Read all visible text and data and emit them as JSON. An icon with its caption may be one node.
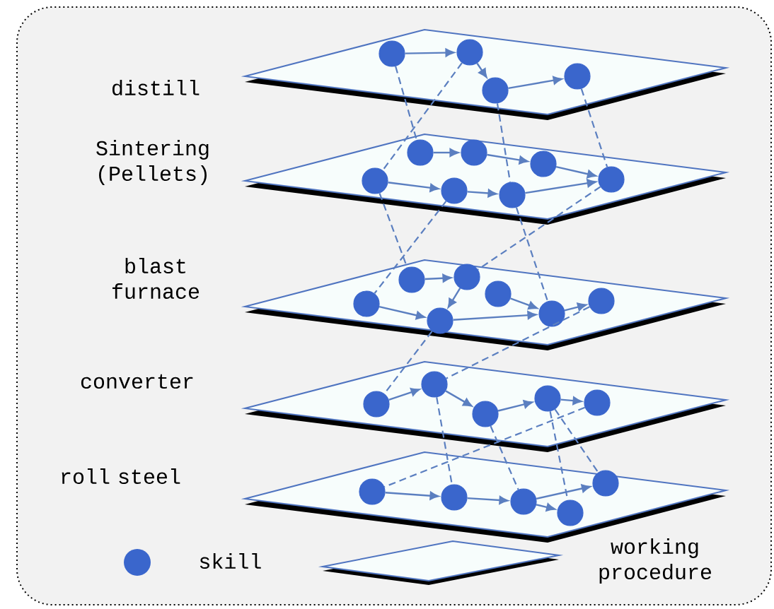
{
  "diagram": {
    "nodes": [
      {
        "text": [],
        "shape": "parallelogram",
        "beside": [
          "distill"
        ]
      },
      {
        "text": [],
        "shape": "circle",
        "in": 0
      },
      {
        "text": [],
        "shape": "circle",
        "in": 0
      },
      {
        "text": [],
        "shape": "circle",
        "in": 0
      },
      {
        "text": [],
        "shape": "circle",
        "in": 0
      },
      {
        "text": [],
        "shape": "parallelogram",
        "beside": [
          "Sintering (Pellets)"
        ]
      },
      {
        "text": [],
        "shape": "circle",
        "in": 5
      },
      {
        "text": [],
        "shape": "circle",
        "in": 5
      },
      {
        "text": [],
        "shape": "circle",
        "in": 5
      },
      {
        "text": [],
        "shape": "circle",
        "in": 5
      },
      {
        "text": [],
        "shape": "circle",
        "in": 5
      },
      {
        "text": [],
        "shape": "circle",
        "in": 5
      },
      {
        "text": [],
        "shape": "circle",
        "in": 5
      },
      {
        "text": [],
        "shape": "parallelogram",
        "beside": [
          "blast furnace"
        ]
      },
      {
        "text": [],
        "shape": "circle",
        "in": 13
      },
      {
        "text": [],
        "shape": "circle",
        "in": 13
      },
      {
        "text": [],
        "shape": "circle",
        "in": 13
      },
      {
        "text": [],
        "shape": "circle",
        "in": 13
      },
      {
        "text": [],
        "shape": "circle",
        "in": 13
      },
      {
        "text": [],
        "shape": "circle",
        "in": 13
      },
      {
        "text": [],
        "shape": "circle",
        "in": 13
      },
      {
        "text": [],
        "shape": "parallelogram",
        "beside": [
          "converter"
        ]
      },
      {
        "text": [],
        "shape": "circle",
        "in": 21
      },
      {
        "text": [],
        "shape": "circle",
        "in": 21
      },
      {
        "text": [],
        "shape": "circle",
        "in": 21
      },
      {
        "text": [],
        "shape": "circle",
        "in": 21
      },
      {
        "text": [],
        "shape": "circle",
        "in": 21
      },
      {
        "text": [],
        "shape": "parallelogram",
        "beside": [
          "roll steel"
        ]
      },
      {
        "text": [],
        "shape": "circle",
        "in": 27
      },
      {
        "text": [],
        "shape": "circle",
        "in": 27
      },
      {
        "text": [],
        "shape": "circle",
        "in": 27
      },
      {
        "text": [],
        "shape": "circle",
        "in": 27
      },
      {
        "text": [],
        "shape": "circle",
        "in": 27
      }
    ],
    "edges": [
      {
        "from": 1,
        "to": 2,
        "arrow": "to"
      },
      {
        "from": 2,
        "to": 3,
        "arrow": "to"
      },
      {
        "from": 3,
        "to": 4,
        "arrow": "to"
      },
      {
        "from": 6,
        "to": 7,
        "arrow": "to"
      },
      {
        "from": 7,
        "to": 8,
        "arrow": "to"
      },
      {
        "from": 8,
        "to": 12,
        "arrow": "to"
      },
      {
        "from": 9,
        "to": 10,
        "arrow": "to"
      },
      {
        "from": 10,
        "to": 11,
        "arrow": "to"
      },
      {
        "from": 11,
        "to": 12,
        "arrow": "to"
      },
      {
        "from": 14,
        "to": 15,
        "arrow": "to"
      },
      {
        "from": 15,
        "to": 18,
        "arrow": "to"
      },
      {
        "from": 17,
        "to": 18,
        "arrow": "to"
      },
      {
        "from": 18,
        "to": 19,
        "arrow": "to"
      },
      {
        "from": 16,
        "to": 19,
        "arrow": "to"
      },
      {
        "from": 19,
        "to": 20,
        "arrow": "to"
      },
      {
        "from": 22,
        "to": 23,
        "arrow": "to"
      },
      {
        "from": 23,
        "to": 24,
        "arrow": "to"
      },
      {
        "from": 24,
        "to": 25,
        "arrow": "to"
      },
      {
        "from": 25,
        "to": 26,
        "arrow": "to"
      },
      {
        "from": 28,
        "to": 29,
        "arrow": "to"
      },
      {
        "from": 29,
        "to": 30,
        "arrow": "to"
      },
      {
        "from": 30,
        "to": 31,
        "arrow": "to"
      },
      {
        "from": 30,
        "to": 32,
        "arrow": "to"
      },
      {
        "from": 1,
        "to": 6,
        "arrow": "none",
        "style": "dashed"
      },
      {
        "from": 2,
        "to": 9,
        "arrow": "none",
        "style": "dashed"
      },
      {
        "from": 3,
        "to": 11,
        "arrow": "none",
        "style": "dashed"
      },
      {
        "from": 4,
        "to": 12,
        "arrow": "none",
        "style": "dashed"
      },
      {
        "from": 9,
        "to": 14,
        "arrow": "none",
        "style": "dashed"
      },
      {
        "from": 10,
        "to": 17,
        "arrow": "none",
        "style": "dashed"
      },
      {
        "from": 11,
        "to": 19,
        "arrow": "none",
        "style": "dashed"
      },
      {
        "from": 12,
        "to": 15,
        "arrow": "none",
        "style": "dashed"
      },
      {
        "from": 18,
        "to": 22,
        "arrow": "none",
        "style": "dashed"
      },
      {
        "from": 20,
        "to": 23,
        "arrow": "none",
        "style": "dashed"
      },
      {
        "from": 23,
        "to": 29,
        "arrow": "none",
        "style": "dashed"
      },
      {
        "from": 24,
        "to": 30,
        "arrow": "none",
        "style": "dashed"
      },
      {
        "from": 25,
        "to": 32,
        "arrow": "none",
        "style": "dashed"
      },
      {
        "from": 26,
        "to": 28,
        "arrow": "none",
        "style": "dashed"
      },
      {
        "from": 25,
        "to": 31,
        "arrow": "none",
        "style": "dashed"
      }
    ],
    "legend": [
      {
        "text": "skill"
      },
      {
        "text": "working procedure"
      }
    ]
  }
}
